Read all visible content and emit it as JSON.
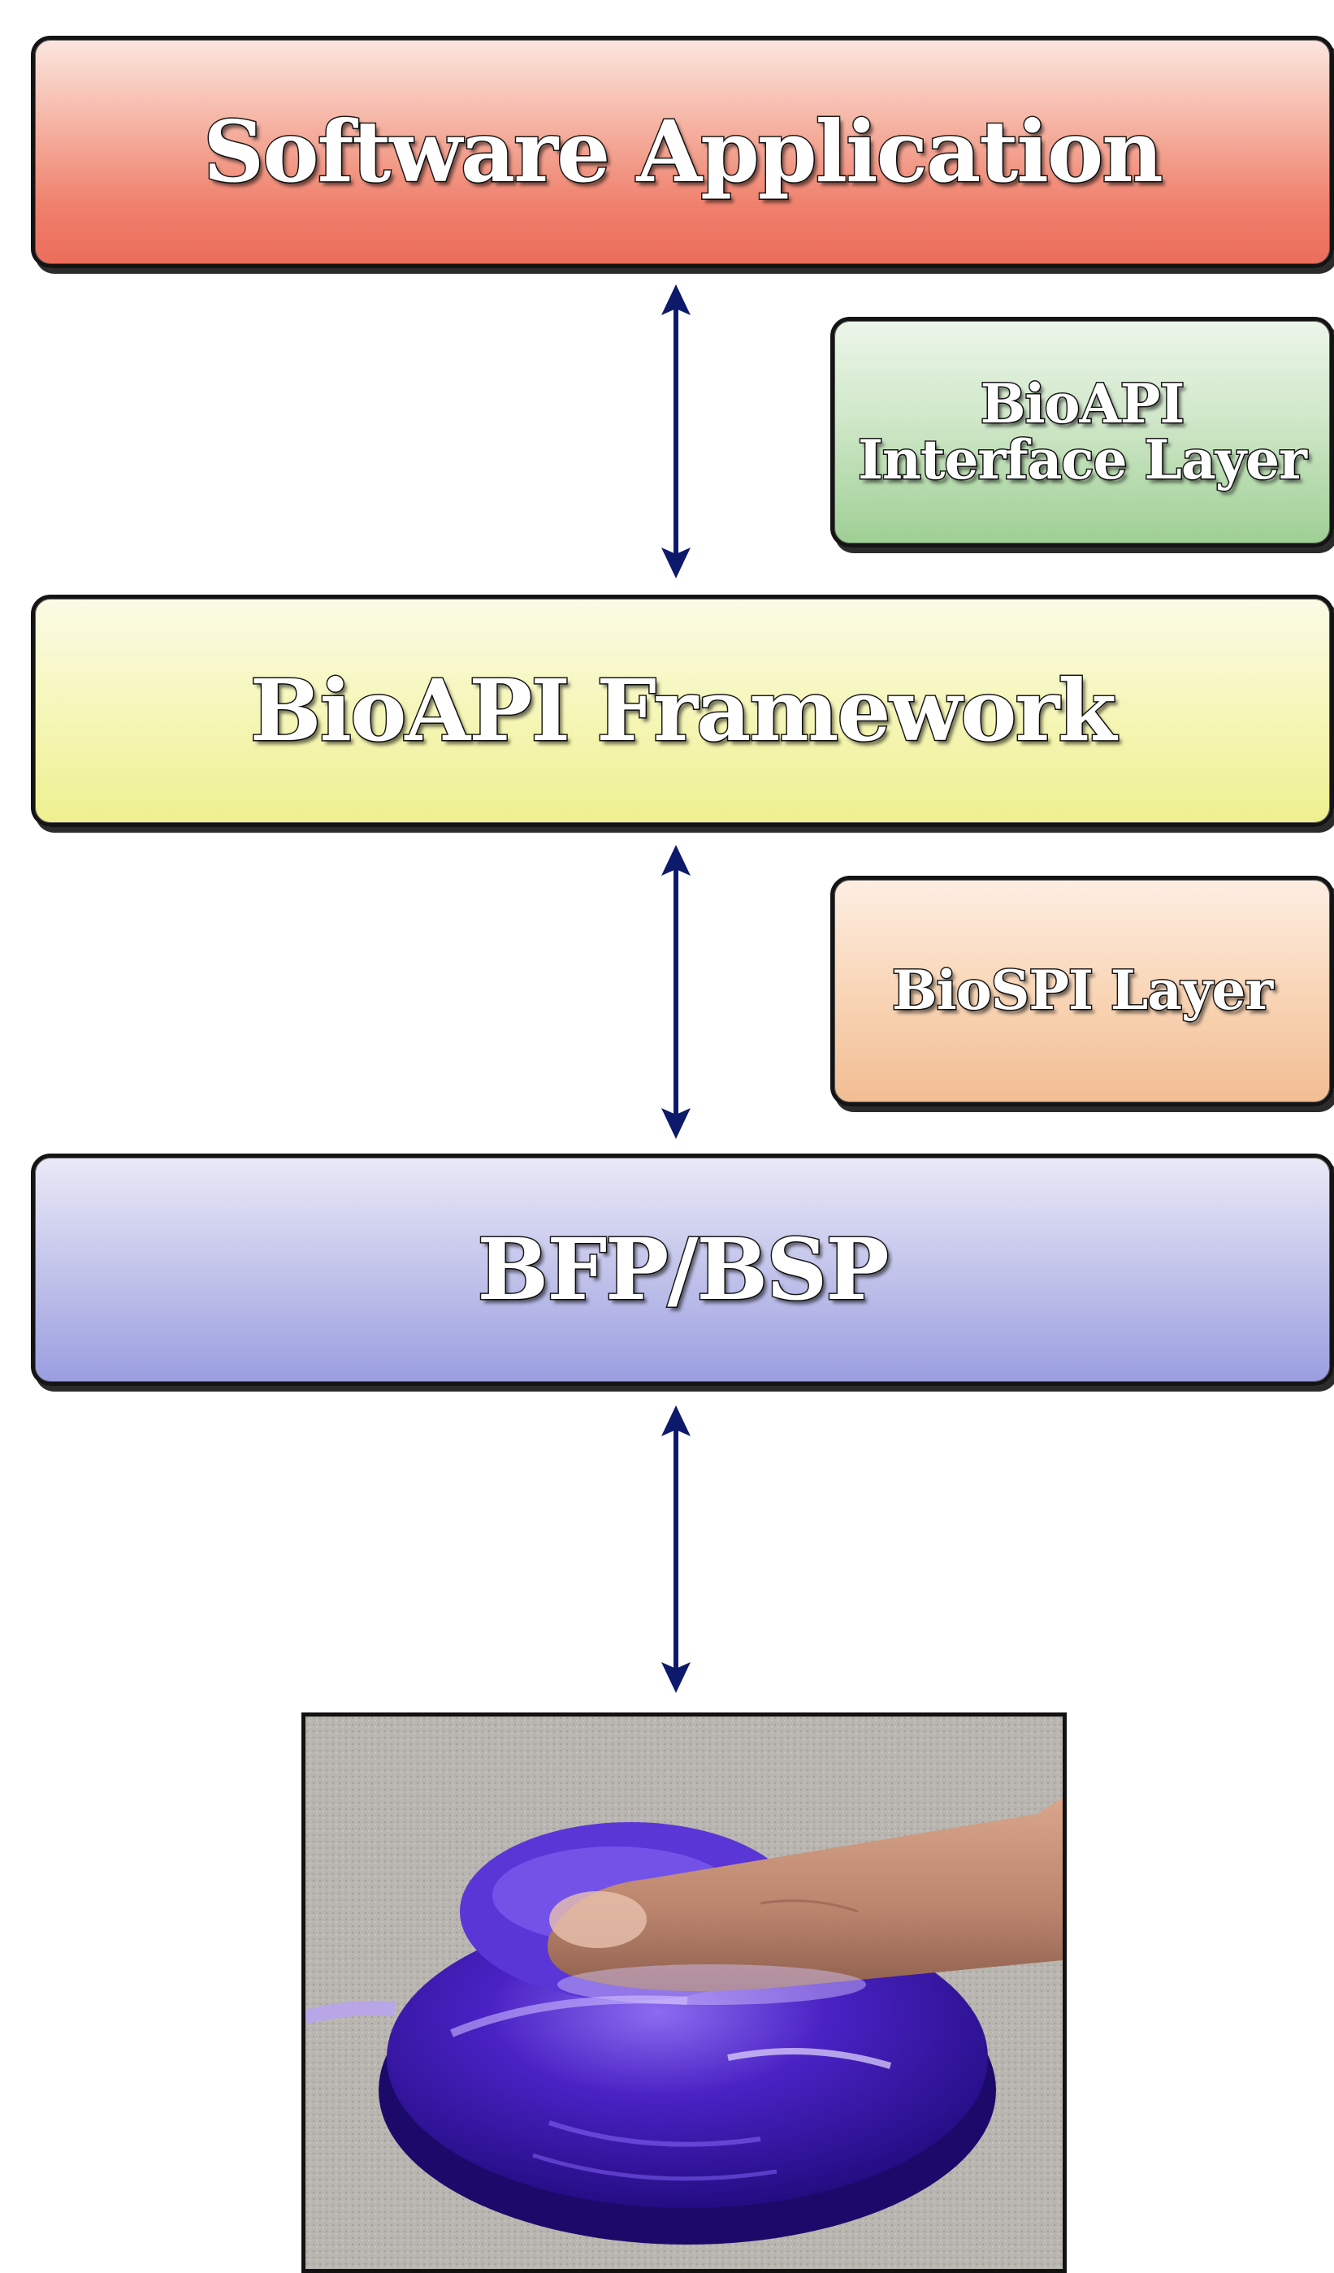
{
  "diagram": {
    "software_application": "Software Application",
    "bioapi_interface_layer": "BioAPI Interface Layer",
    "bioapi_framework": "BioAPI Framework",
    "biospi_layer": "BioSPI Layer",
    "bfp_bsp": "BFP/BSP"
  },
  "colors": {
    "software_application": "#ef7f6b",
    "bioapi_interface_layer": "#9ecf94",
    "bioapi_framework": "#eef08f",
    "biospi_layer": "#f2bd93",
    "bfp_bsp": "#9a9ee0",
    "arrow": "#0d1a6b",
    "device": "#3b1aa8"
  },
  "icons": {
    "arrow": "double-headed-arrow-icon",
    "device": "fingerprint-scanner-photo"
  }
}
